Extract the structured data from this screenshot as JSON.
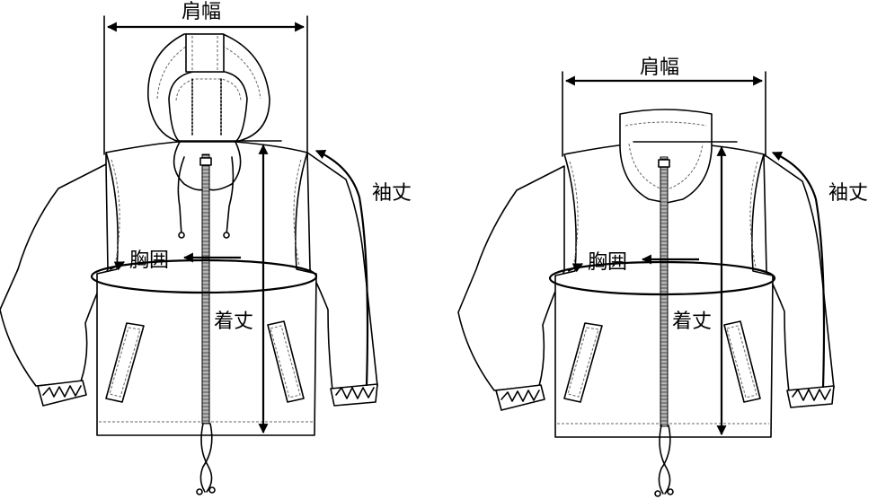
{
  "labels": {
    "shoulder_width": "肩幅",
    "sleeve_length": "袖丈",
    "chest": "胸囲",
    "body_length": "着丈"
  },
  "figures": [
    {
      "id": "hooded-jacket"
    },
    {
      "id": "stand-collar-jacket"
    }
  ],
  "colors": {
    "line": "#000000",
    "background": "#ffffff"
  }
}
